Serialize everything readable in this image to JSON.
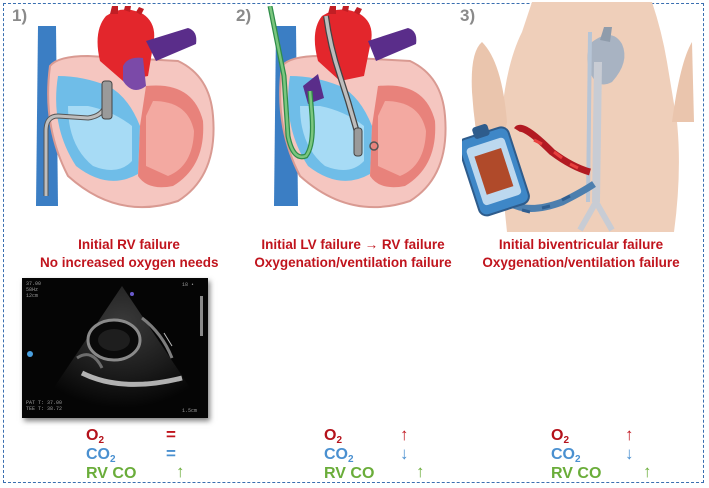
{
  "panels": [
    {
      "number": "1)",
      "captions": [
        "Initial RV failure",
        "No increased oxygen needs"
      ]
    },
    {
      "number": "2)",
      "captions": [
        "Initial LV failure → RV failure",
        "Oxygenation/ventilation failure"
      ]
    },
    {
      "number": "3)",
      "captions": [
        "Initial biventricular failure",
        "Oxygenation/ventilation failure"
      ]
    }
  ],
  "echo": {
    "left_readout": "37.00\n58Hz\n12cm",
    "left_lower": "PAT T: 37.00\nTEE T: 38.72",
    "bottom_right": "1.5cm",
    "top_right": "18 •"
  },
  "stat_labels": {
    "o2_main": "O",
    "o2_sub": "2",
    "co2_main": "CO",
    "co2_sub": "2",
    "rvco": "RV CO"
  },
  "indicators": [
    {
      "o2": "=",
      "co2": "=",
      "rvco": "↑"
    },
    {
      "o2": "↑",
      "co2": "↓",
      "rvco": "↑"
    },
    {
      "o2": "↑",
      "co2": "↓",
      "rvco": "↑"
    }
  ],
  "colors": {
    "caption_red": "#c0141d",
    "o2_red": "#b4121b",
    "co2_blue": "#4a90d0",
    "rvco_green": "#6aad3a",
    "frame_blue": "#3a6fb0"
  }
}
